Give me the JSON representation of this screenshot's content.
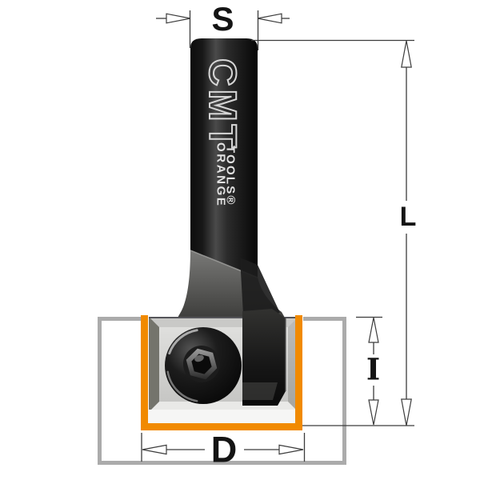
{
  "dimension_labels": {
    "shank_diameter": "S",
    "overall_length": "L",
    "cutting_edge_length": "I",
    "cutting_diameter": "D"
  },
  "shank_branding": {
    "logo": "CMT",
    "line_orange": "ORANGE",
    "line_tools": "TOOLS®"
  },
  "colors": {
    "accent_orange": "#F18A00",
    "workpiece_gray": "#ABABAB",
    "dim_line": "#3C3C3C",
    "label_black": "#141414"
  }
}
